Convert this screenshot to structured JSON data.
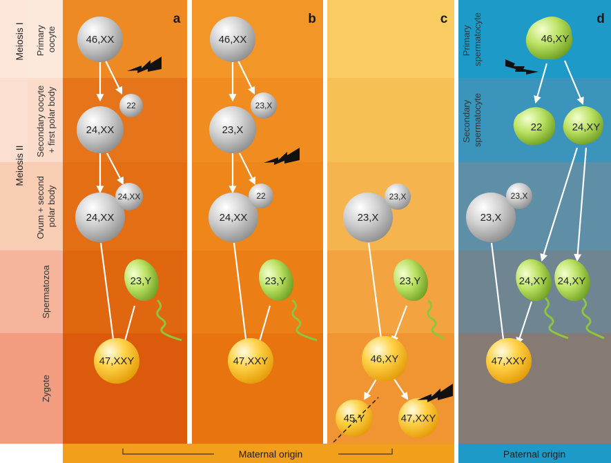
{
  "row_labels": {
    "primary_oocyte": [
      "Primary",
      "oocyte"
    ],
    "secondary_oocyte": [
      "Secondary oocyte",
      "+ first polar body"
    ],
    "ovum": [
      "Ovum + second",
      "polar body"
    ],
    "spermatozoa": "Spermatozoa",
    "zygote": "Zygote"
  },
  "meiosis_labels": {
    "meiosis1": "Meiosis I",
    "meiosis2": "Meiosis II"
  },
  "panels": {
    "a": {
      "letter": "a",
      "primary": "46,XX",
      "secondary": "24,XX",
      "first_polar": "22",
      "ovum": "24,XX",
      "second_polar": "24,XX",
      "sperm": "23,Y",
      "zygote": "47,XXY"
    },
    "b": {
      "letter": "b",
      "primary": "46,XX",
      "secondary": "23,X",
      "first_polar": "23,X",
      "ovum": "24,XX",
      "second_polar": "22",
      "sperm": "23,Y",
      "zygote": "47,XXY"
    },
    "c": {
      "letter": "c",
      "ovum": "23,X",
      "second_polar": "23,X",
      "sperm": "23,Y",
      "zygote": "46,XY",
      "daughter_lost": "45,Y",
      "daughter_kept": "47,XXY"
    },
    "d": {
      "letter": "d",
      "primary_label": [
        "Primary",
        "spermatocyte"
      ],
      "secondary_label": [
        "Secondary",
        "spermatocyte"
      ],
      "primary": "46,XY",
      "secondary_left": "22",
      "secondary_right": "24,XY",
      "ovum": "23,X",
      "second_polar": "23,X",
      "sperm_left": "24,XY",
      "sperm_right": "24,XY",
      "zygote": "47,XXY"
    }
  },
  "origins": {
    "maternal": "Maternal origin",
    "paternal": "Paternal origin"
  },
  "colors": {
    "panel_a": "#e36a0c",
    "panel_b": "#ec8414",
    "panel_c": "#f6b94c",
    "panel_d": "#1e9ac8",
    "oocyte_cell": "#b9b9b9",
    "sperm_cell": "#9ccb3e",
    "zygote_cell": "#f6b41c",
    "arrows": "#ffffff"
  },
  "icons": [
    "nondisjunction-bolt-icon",
    "sperm-tail-icon"
  ]
}
